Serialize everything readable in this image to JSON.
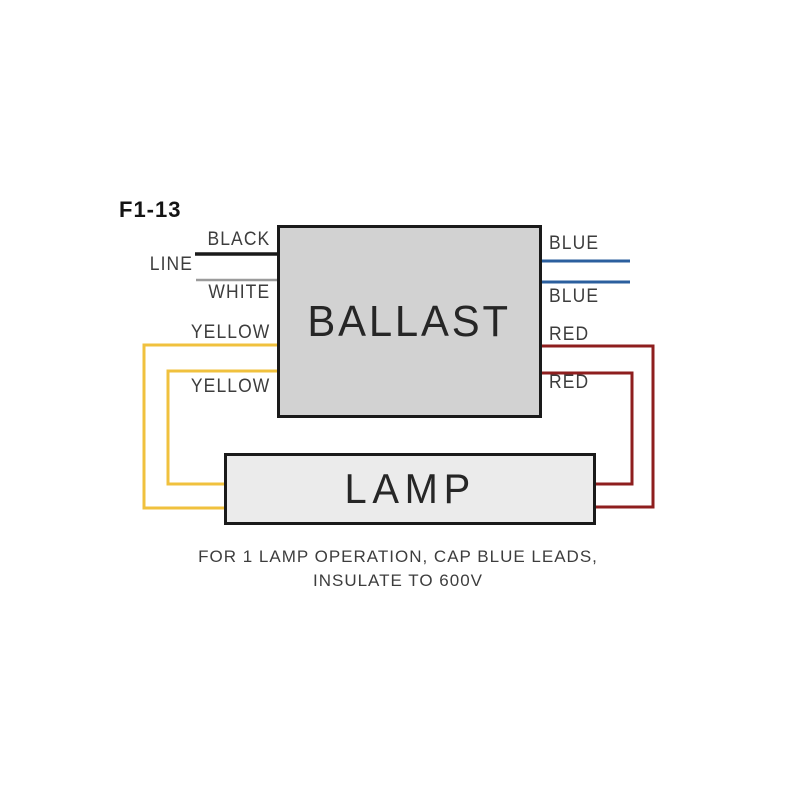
{
  "title": "F1-13",
  "ballast": {
    "label": "BALLAST"
  },
  "lamp": {
    "label": "LAMP"
  },
  "labels": {
    "line": "LINE",
    "black": "BLACK",
    "white": "WHITE",
    "yellow_top": "YELLOW",
    "yellow_bottom": "YELLOW",
    "blue_top": "BLUE",
    "blue_bottom": "BLUE",
    "red_top": "RED",
    "red_bottom": "RED"
  },
  "note": {
    "line1": "FOR 1 LAMP OPERATION, CAP BLUE LEADS,",
    "line2": "INSULATE TO 600V"
  },
  "colors": {
    "black_wire": "#1a1a1a",
    "white_wire": "#9b9b9b",
    "yellow_wire": "#f0c13e",
    "blue_wire": "#2b5f9e",
    "red_wire": "#8e1e1e",
    "ballast_fill": "#d2d2d2",
    "lamp_fill": "#ebebeb",
    "box_border": "#1a1a1a",
    "label_text": "#3d3d3d"
  }
}
